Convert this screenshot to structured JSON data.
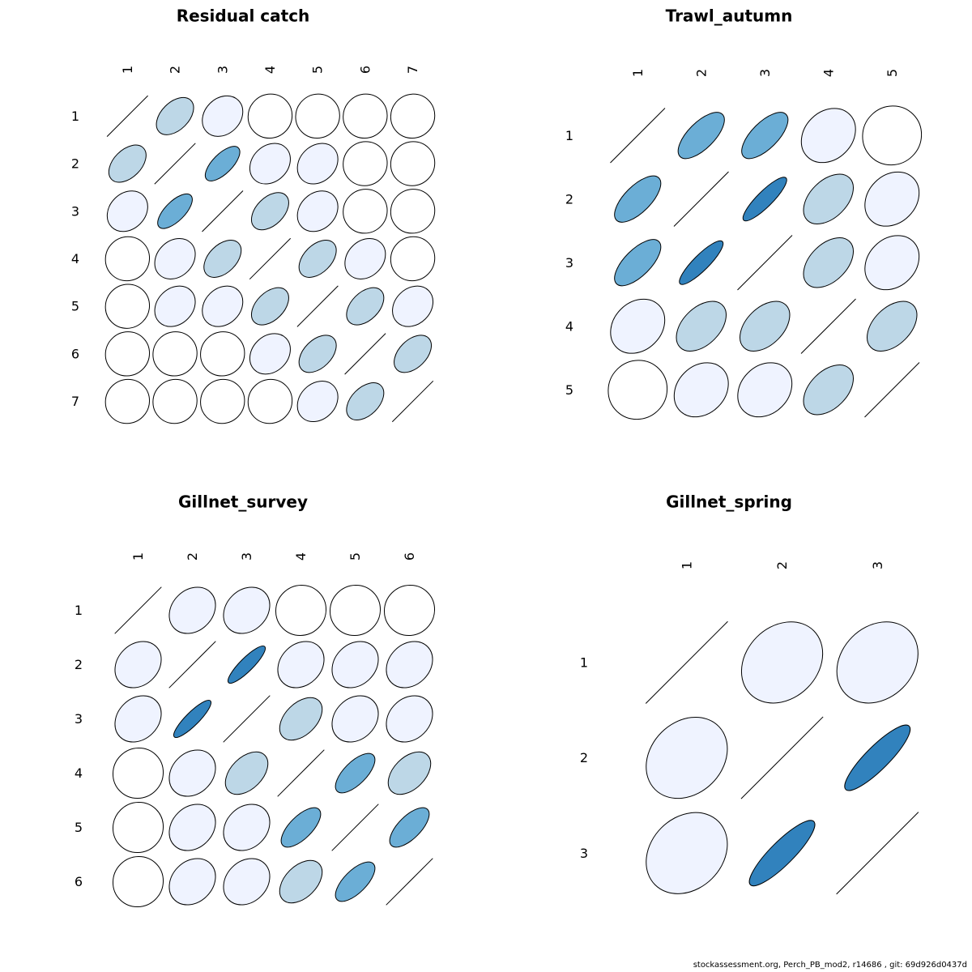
{
  "footer": "stockassessment.org, Perch_PB_mod2, r14686 , git: 69d926d0437d",
  "colors": {
    "outline": "#000000",
    "background": "#ffffff",
    "scale": [
      "#ffffff",
      "#eff3ff",
      "#bdd7e7",
      "#6baed6",
      "#3182bd"
    ]
  },
  "chart_data": [
    {
      "type": "heatmap",
      "title": "Residual catch",
      "labels": [
        "1",
        "2",
        "3",
        "4",
        "5",
        "6",
        "7"
      ],
      "correlation_level": [
        [
          null,
          2,
          1,
          0,
          0,
          0,
          0
        ],
        [
          2,
          null,
          3,
          1,
          1,
          0,
          0
        ],
        [
          1,
          3,
          null,
          2,
          1,
          0,
          0
        ],
        [
          0,
          1,
          2,
          null,
          2,
          1,
          0
        ],
        [
          0,
          1,
          1,
          2,
          null,
          2,
          1
        ],
        [
          0,
          0,
          0,
          1,
          2,
          null,
          2
        ],
        [
          0,
          0,
          0,
          0,
          1,
          2,
          null
        ]
      ]
    },
    {
      "type": "heatmap",
      "title": "Trawl_autumn",
      "labels": [
        "1",
        "2",
        "3",
        "4",
        "5"
      ],
      "correlation_level": [
        [
          null,
          3,
          3,
          1,
          0
        ],
        [
          3,
          null,
          4,
          2,
          1
        ],
        [
          3,
          4,
          null,
          2,
          1
        ],
        [
          1,
          2,
          2,
          null,
          2
        ],
        [
          0,
          1,
          1,
          2,
          null
        ]
      ]
    },
    {
      "type": "heatmap",
      "title": "Gillnet_survey",
      "labels": [
        "1",
        "2",
        "3",
        "4",
        "5",
        "6"
      ],
      "correlation_level": [
        [
          null,
          1,
          1,
          0,
          0,
          0
        ],
        [
          1,
          null,
          4,
          1,
          1,
          1
        ],
        [
          1,
          4,
          null,
          2,
          1,
          1
        ],
        [
          0,
          1,
          2,
          null,
          3,
          2
        ],
        [
          0,
          1,
          1,
          3,
          null,
          3
        ],
        [
          0,
          1,
          1,
          2,
          3,
          null
        ]
      ]
    },
    {
      "type": "heatmap",
      "title": "Gillnet_spring",
      "labels": [
        "1",
        "2",
        "3"
      ],
      "correlation_level": [
        [
          null,
          1,
          1
        ],
        [
          1,
          null,
          4
        ],
        [
          1,
          4,
          null
        ]
      ]
    }
  ]
}
